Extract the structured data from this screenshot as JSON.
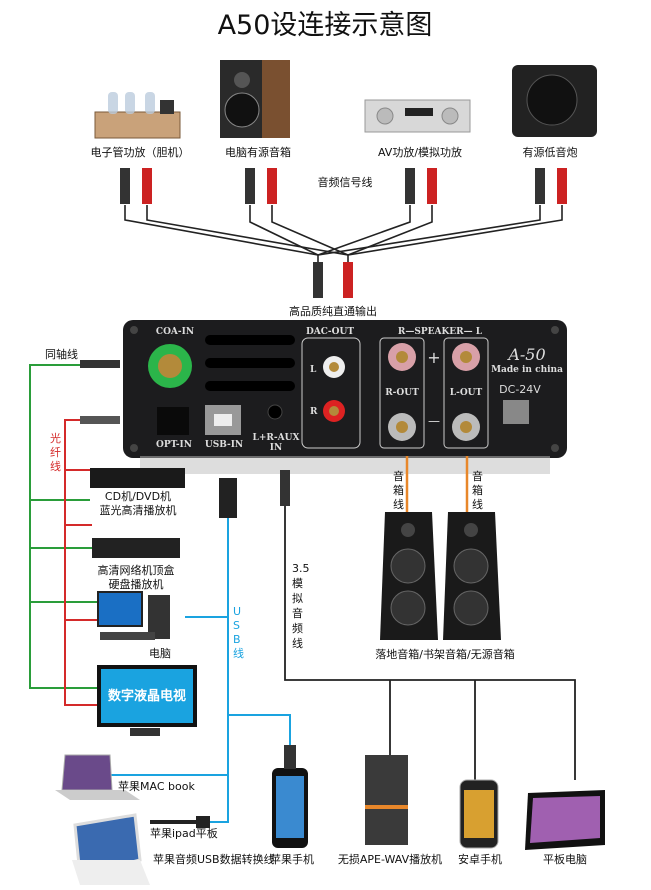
{
  "title": "A50设连接示意图",
  "top_devices": [
    {
      "label": "电子管功放（胆机）"
    },
    {
      "label": "电脑有源音箱"
    },
    {
      "label": "AV功放/模拟功放"
    },
    {
      "label": "有源低音炮"
    }
  ],
  "audio_signal_cable": "音频信号线",
  "direct_output": "高品质纯直通输出",
  "panel": {
    "coa_in": "COA-IN",
    "opt_in": "OPT-IN",
    "usb_in": "USB-IN",
    "aux_in_1": "L+R-AUX",
    "aux_in_2": "IN",
    "dac_out": "DAC-OUT",
    "dac_l": "L",
    "dac_r": "R",
    "speaker": "R—SPEAKER— L",
    "r_out": "R-OUT",
    "l_out": "L-OUT",
    "plus": "+",
    "minus": "—",
    "brand": "A-50",
    "made_in": "Made in china",
    "dc": "DC-24V"
  },
  "left_cables": {
    "coax": "同轴线",
    "optical": [
      "光",
      "纤",
      "线"
    ]
  },
  "source_devices": {
    "cd_1": "CD机/DVD机",
    "cd_2": "蓝光高清播放机",
    "net_1": "高清网络机顶盒",
    "net_2": "硬盘播放机",
    "pc": "电脑",
    "tv_screen": "数字液晶电视"
  },
  "usb_cable": [
    "U",
    "S",
    "B",
    "线"
  ],
  "analog_cable": [
    "3.5",
    "模",
    "拟",
    "音",
    "频",
    "线"
  ],
  "speaker_cable": [
    "音",
    "箱",
    "线"
  ],
  "speakers_label": "落地音箱/书架音箱/无源音箱",
  "bottom_devices": {
    "macbook": "苹果MAC book",
    "ipad": "苹果ipad平板",
    "usb_adapter": "苹果音频USB数据转换线",
    "iphone": "苹果手机",
    "player": "无损APE-WAV播放机",
    "android": "安卓手机",
    "tablet": "平板电脑"
  },
  "colors": {
    "coax_line": "#2a9d3a",
    "optical_line": "#d42a2a",
    "usb_line": "#1aa3e0",
    "analog_line": "#222222",
    "speaker_line": "#e8872a",
    "panel": "#1c1c1e"
  }
}
